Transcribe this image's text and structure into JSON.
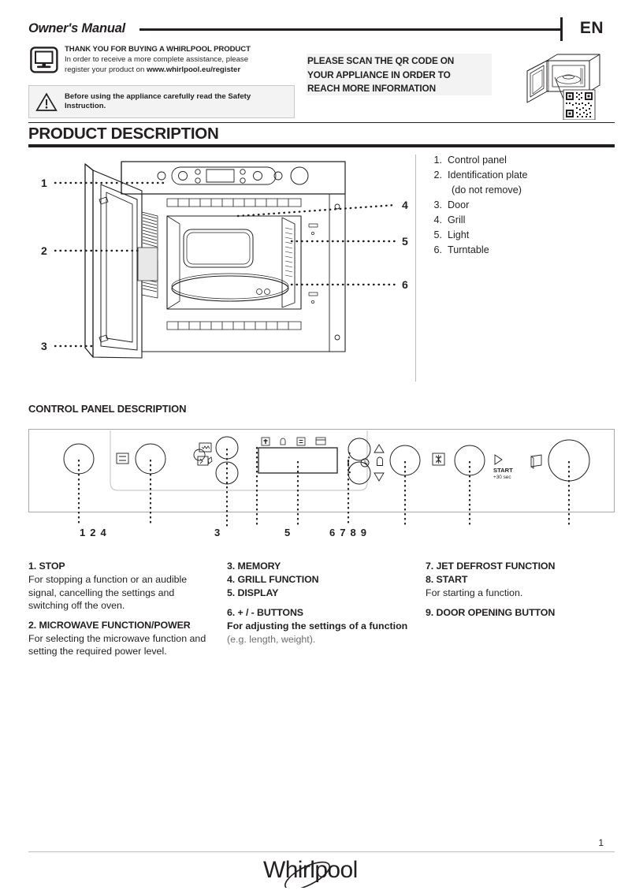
{
  "header": {
    "manual_label": "Owner's Manual",
    "language_code": "EN"
  },
  "thank_you": {
    "icon": "monitor-icon",
    "title": "THANK YOU FOR BUYING A WHIRLPOOL PRODUCT",
    "body_line1": "In order to receive a more complete assistance, please",
    "body_line2_prefix": "register your product on ",
    "body_line2_link": "www.whirlpool.eu/register"
  },
  "safety_notice": {
    "icon": "warning-triangle-icon",
    "text": "Before using the appliance carefully read the Safety Instruction."
  },
  "qr_callout": {
    "line1": "PLEASE SCAN THE QR CODE ON",
    "line2": "YOUR APPLIANCE IN ORDER TO",
    "line3": "REACH MORE INFORMATION",
    "illustration": "microwave-with-qr-code-illustration"
  },
  "product_description": {
    "section_title": "PRODUCT DESCRIPTION",
    "diagram_callouts": [
      "1",
      "2",
      "3",
      "4",
      "5",
      "6"
    ],
    "parts": [
      {
        "num": "1.",
        "label": "Control panel",
        "sub": ""
      },
      {
        "num": "2.",
        "label": "Identification plate",
        "sub": "(do not remove)"
      },
      {
        "num": "3.",
        "label": "Door",
        "sub": ""
      },
      {
        "num": "4.",
        "label": "Grill",
        "sub": ""
      },
      {
        "num": "5.",
        "label": "Light",
        "sub": ""
      },
      {
        "num": "6.",
        "label": "Turntable",
        "sub": ""
      }
    ]
  },
  "control_panel": {
    "section_title": "CONTROL PANEL DESCRIPTION",
    "start_label_line1": "START",
    "start_label_line2": "+30 sec",
    "number_labels": [
      "1 2 4",
      "3",
      "5",
      "6 7 8 9"
    ],
    "items": [
      {
        "heading": "1. STOP",
        "body": "For stopping a function or an audible signal, cancelling the settings and switching off the oven."
      },
      {
        "heading": "2. MICROWAVE FUNCTION/POWER",
        "body": "For selecting the microwave function and setting the required power level."
      },
      {
        "heading": "3. MEMORY",
        "body": ""
      },
      {
        "heading": "4. GRILL FUNCTION",
        "body": ""
      },
      {
        "heading": "5. DISPLAY",
        "body": ""
      },
      {
        "heading": "6. + / - BUTTONS",
        "body_bold_prefix": "For adjusting the settings of a function",
        "body_muted_suffix": " (e.g. length, weight)."
      },
      {
        "heading": "7. JET DEFROST FUNCTION",
        "body": ""
      },
      {
        "heading": "8. START",
        "body": "For starting a function."
      },
      {
        "heading": "9. DOOR OPENING BUTTON",
        "body": ""
      }
    ]
  },
  "footer": {
    "brand": "Whirlpool",
    "page_number": "1"
  },
  "colors": {
    "ink": "#231f20",
    "panel_bg": "#f3f3f3",
    "rule": "#bdbdbd",
    "muted_text": "#6e6e6e"
  }
}
